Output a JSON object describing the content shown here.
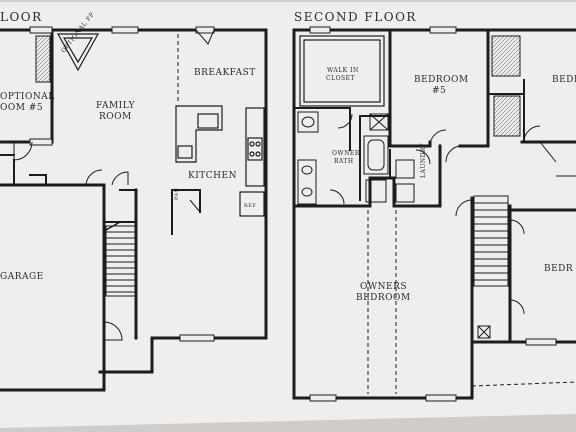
{
  "floors": {
    "first_floor_title": "LOOR",
    "second_floor_title": "SECOND FLOOR"
  },
  "rooms": {
    "optional_room": "OPTIONAL",
    "optional_room_num": "OOM #5",
    "family_room_1": "FAMILY",
    "family_room_2": "ROOM",
    "breakfast": "BREAKFAST",
    "kitchen": "KITCHEN",
    "garage": "GARAGE",
    "optional_fp": "OPTIONAL FP",
    "ref": "REF",
    "pantry": "PAN",
    "walk_in_closet_1": "WALK IN",
    "walk_in_closet_2": "CLOSET",
    "owner_bath_1": "OWNER",
    "owner_bath_2": "BATH",
    "bedroom5": "BEDROOM",
    "bedroom5_num": "#5",
    "bedroom_right_top": "BEDR",
    "laundry": "LAUNDRY",
    "owners_bedroom_1": "OWNERS",
    "owners_bedroom_2": "BEDROOM",
    "bedroom_right_bottom": "BEDR"
  },
  "colors": {
    "background": "#d9d6d4",
    "paper": "#efeeec",
    "wall": "#1c1c1c",
    "text": "#2b2b2b"
  }
}
